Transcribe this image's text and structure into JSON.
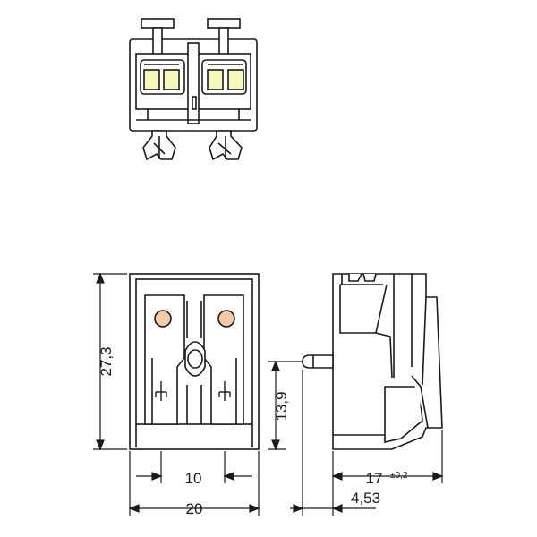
{
  "dimensions": {
    "height_total": "27,3",
    "height_pin": "13,9",
    "pitch": "10",
    "width": "20",
    "depth": "17",
    "depth_tolerance": "±0,2",
    "pin_offset": "4,53"
  },
  "colors": {
    "outline": "#1a1a1a",
    "body": "#ffffff",
    "button": "#f1e9e1",
    "indicator_orange": "#f3c9a8",
    "indicator_yellow": "#f6f7b8"
  }
}
